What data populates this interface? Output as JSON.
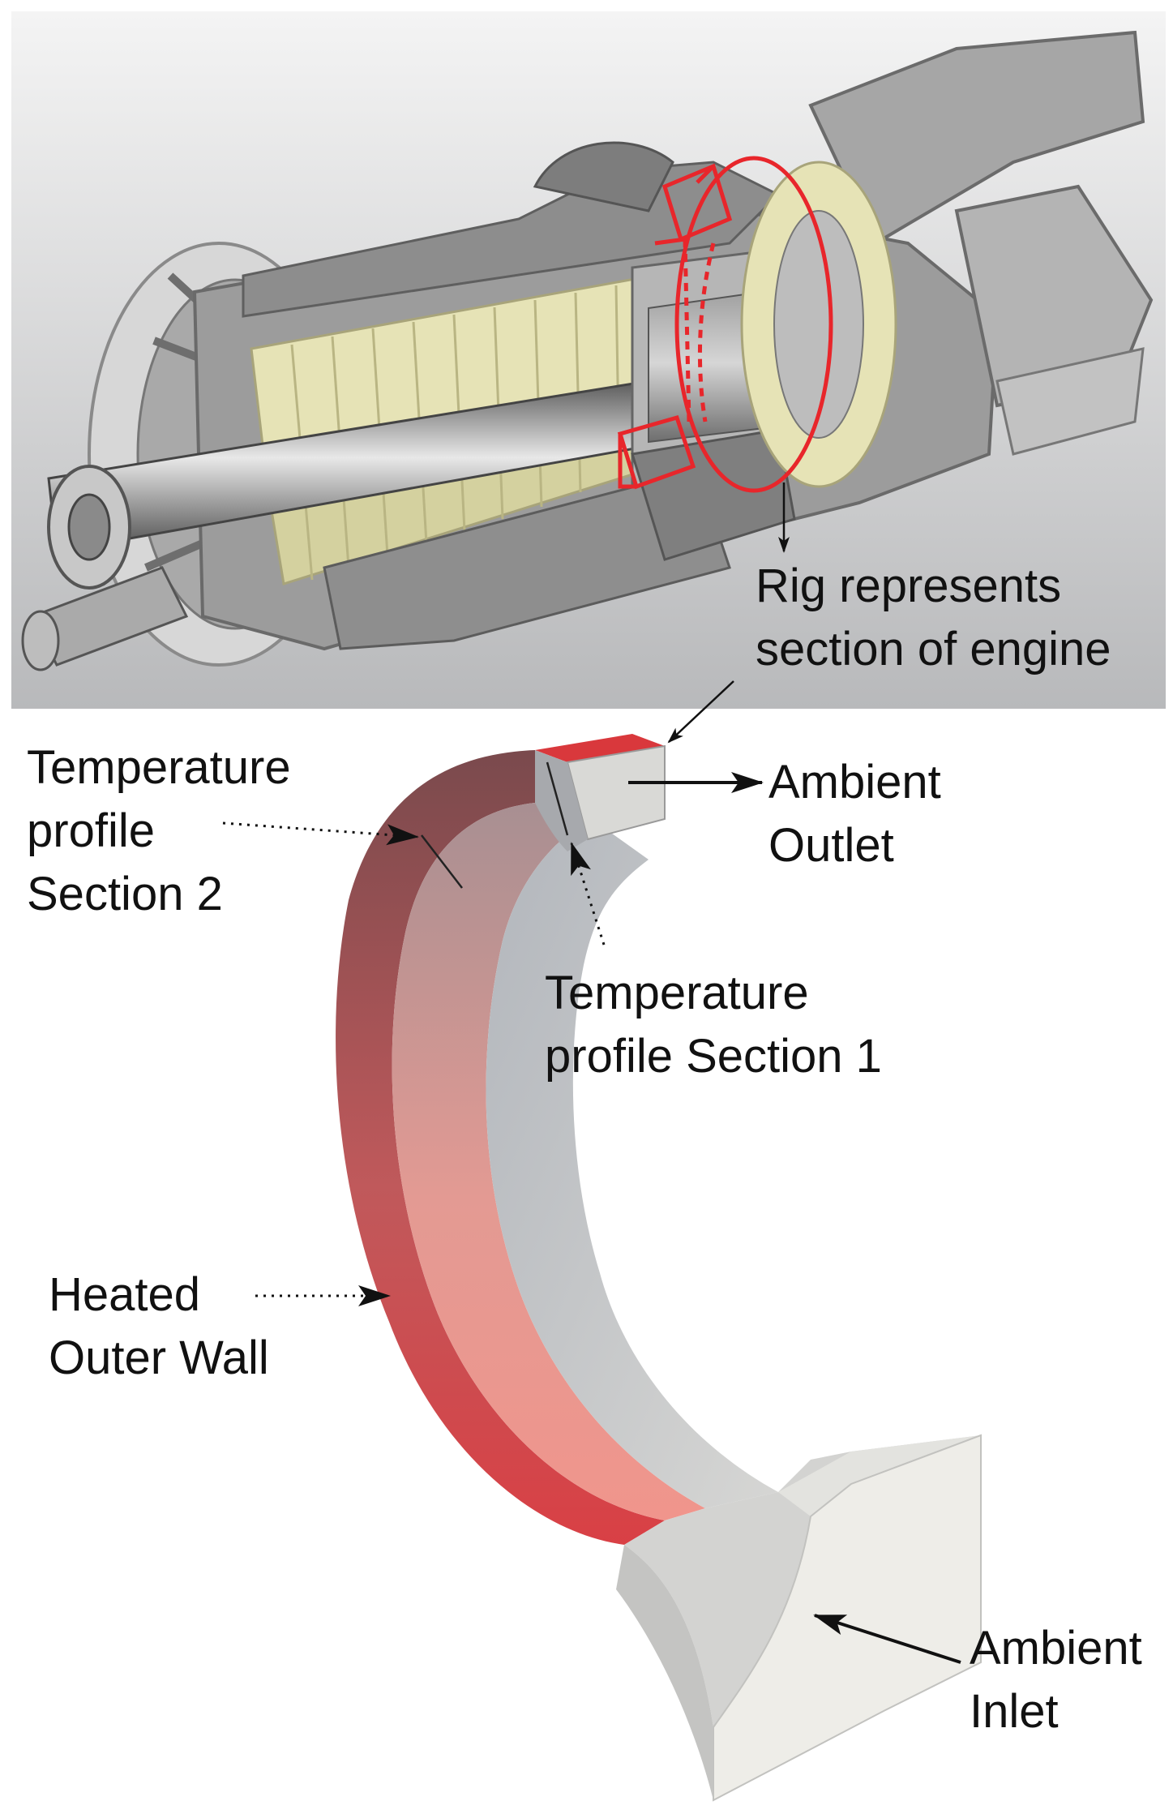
{
  "labels": {
    "rig_section": {
      "line1": "Rig represents",
      "line2": "section of engine"
    },
    "temp_section2": {
      "line1": "Temperature",
      "line2": "profile",
      "line3": "Section 2"
    },
    "ambient_outlet": {
      "line1": "Ambient",
      "line2": "Outlet"
    },
    "temp_section1": {
      "line1": "Temperature",
      "line2": "profile Section 1"
    },
    "heated_outer_wall": {
      "line1": "Heated",
      "line2": "Outer Wall"
    },
    "ambient_inlet": {
      "line1": "Ambient",
      "line2": "Inlet"
    }
  },
  "colors": {
    "highlight_red": "#e8262b",
    "blade_cream": "#e6e3b6",
    "heated_wall_dark": "#7e3f42",
    "heated_wall_light": "#e88882",
    "duct_grey": "#c8c8c8",
    "duct_light": "#eeede8"
  }
}
